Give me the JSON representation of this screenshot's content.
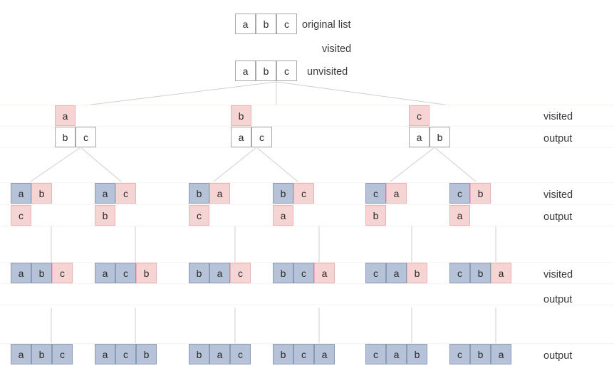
{
  "diagram": {
    "title": "permutation-backtracking-tree",
    "colors": {
      "visited_recent": "#f7d4d4",
      "visited_earlier": "#b6c2d8",
      "unvisited": "#ffffff",
      "edge": "#cfcfcf",
      "text": "#333333"
    },
    "top_labels": {
      "original_list": "original list",
      "visited": "visited",
      "unvisited": "unvisited"
    },
    "row_labels": [
      {
        "key": "l2_visited",
        "text": "visited"
      },
      {
        "key": "l2_output",
        "text": "output"
      },
      {
        "key": "l3_visited",
        "text": "visited"
      },
      {
        "key": "l3_output",
        "text": "output"
      },
      {
        "key": "l4_visited",
        "text": "visited"
      },
      {
        "key": "l4_output",
        "text": "output"
      },
      {
        "key": "l5_output",
        "text": "output"
      }
    ],
    "root": {
      "original": [
        "a",
        "b",
        "c"
      ],
      "unvisited": [
        "a",
        "b",
        "c"
      ]
    },
    "level2": [
      {
        "visited": [
          "a"
        ],
        "output": [
          "b",
          "c"
        ]
      },
      {
        "visited": [
          "b"
        ],
        "output": [
          "a",
          "c"
        ]
      },
      {
        "visited": [
          "c"
        ],
        "output": [
          "a",
          "b"
        ]
      }
    ],
    "level3": [
      {
        "visited": [
          "a",
          "b"
        ],
        "output": [
          "c"
        ]
      },
      {
        "visited": [
          "a",
          "c"
        ],
        "output": [
          "b"
        ]
      },
      {
        "visited": [
          "b",
          "a"
        ],
        "output": [
          "c"
        ]
      },
      {
        "visited": [
          "b",
          "c"
        ],
        "output": [
          "a"
        ]
      },
      {
        "visited": [
          "c",
          "a"
        ],
        "output": [
          "b"
        ]
      },
      {
        "visited": [
          "c",
          "b"
        ],
        "output": [
          "a"
        ]
      }
    ],
    "level4": [
      {
        "visited": [
          "a",
          "b",
          "c"
        ]
      },
      {
        "visited": [
          "a",
          "c",
          "b"
        ]
      },
      {
        "visited": [
          "b",
          "a",
          "c"
        ]
      },
      {
        "visited": [
          "b",
          "c",
          "a"
        ]
      },
      {
        "visited": [
          "c",
          "a",
          "b"
        ]
      },
      {
        "visited": [
          "c",
          "b",
          "a"
        ]
      }
    ],
    "level5": [
      {
        "output": [
          "a",
          "b",
          "c"
        ]
      },
      {
        "output": [
          "a",
          "c",
          "b"
        ]
      },
      {
        "output": [
          "b",
          "a",
          "c"
        ]
      },
      {
        "output": [
          "b",
          "c",
          "a"
        ]
      },
      {
        "output": [
          "c",
          "a",
          "b"
        ]
      },
      {
        "output": [
          "c",
          "b",
          "a"
        ]
      }
    ]
  }
}
